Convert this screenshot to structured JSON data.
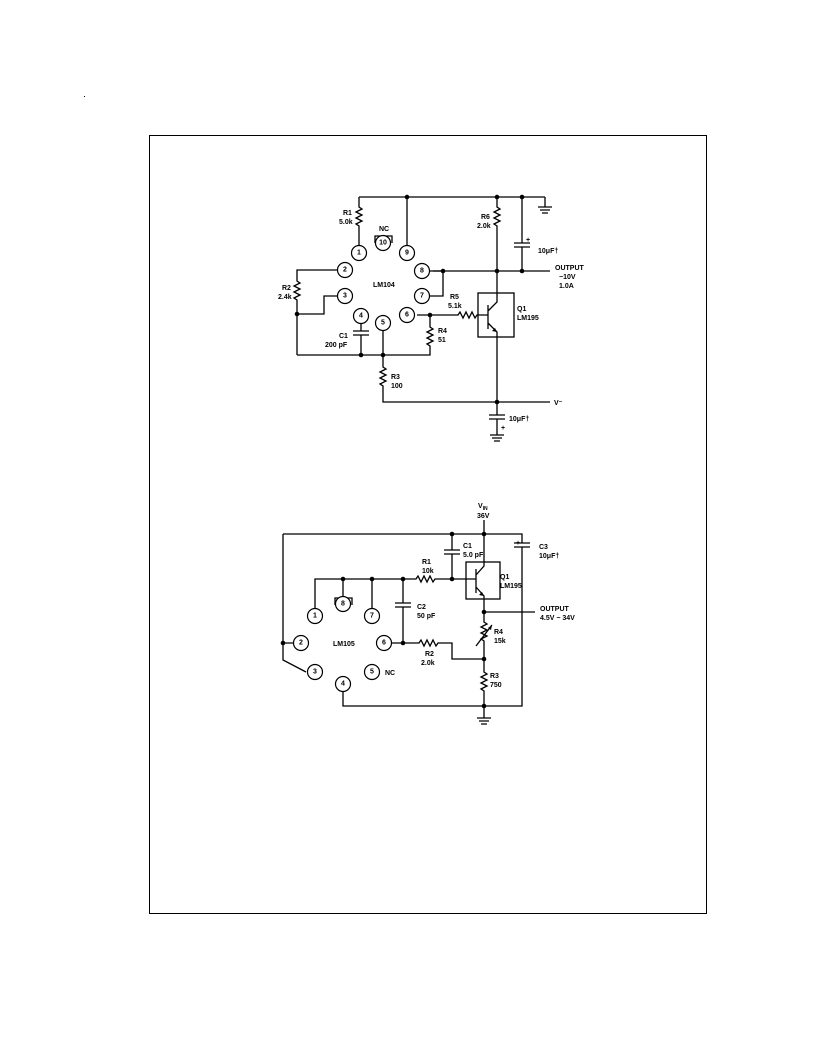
{
  "diagram1": {
    "chip": "LM104",
    "nc_label": "NC",
    "pins": [
      "1",
      "2",
      "3",
      "4",
      "5",
      "6",
      "7",
      "8",
      "9",
      "10"
    ],
    "r1": {
      "name": "R1",
      "value": "5.0k"
    },
    "r2": {
      "name": "R2",
      "value": "2.4k"
    },
    "r3": {
      "name": "R3",
      "value": "100"
    },
    "r4": {
      "name": "R4",
      "value": "51"
    },
    "r5": {
      "name": "R5",
      "value": "5.1k"
    },
    "r6": {
      "name": "R6",
      "value": "2.0k"
    },
    "c1": {
      "name": "C1",
      "value": "200 pF"
    },
    "cap_top": "10μF†",
    "cap_bottom": "10μF†",
    "q1": {
      "name": "Q1",
      "part": "LM195"
    },
    "output": {
      "label": "OUTPUT",
      "line1": "−10V",
      "line2": "1.0A"
    },
    "vminus": "V⁻"
  },
  "diagram2": {
    "chip": "LM105",
    "nc_label": "NC",
    "pins": [
      "1",
      "2",
      "3",
      "4",
      "5",
      "6",
      "7",
      "8"
    ],
    "vin": {
      "label": "V",
      "sub": "IN",
      "value": "36V"
    },
    "c1": {
      "name": "C1",
      "value": "5.0 pF"
    },
    "c2": {
      "name": "C2",
      "value": "50 pF"
    },
    "c3": {
      "name": "C3",
      "value": "10μF†"
    },
    "r1": {
      "name": "R1",
      "value": "10k"
    },
    "r2": {
      "name": "R2",
      "value": "2.0k"
    },
    "r3": {
      "name": "R3",
      "value": "750"
    },
    "r4": {
      "name": "R4",
      "value": "15k"
    },
    "q1": {
      "name": "Q1",
      "part": "LM195"
    },
    "output": {
      "label": "OUTPUT",
      "range": "4.5V − 34V"
    }
  }
}
